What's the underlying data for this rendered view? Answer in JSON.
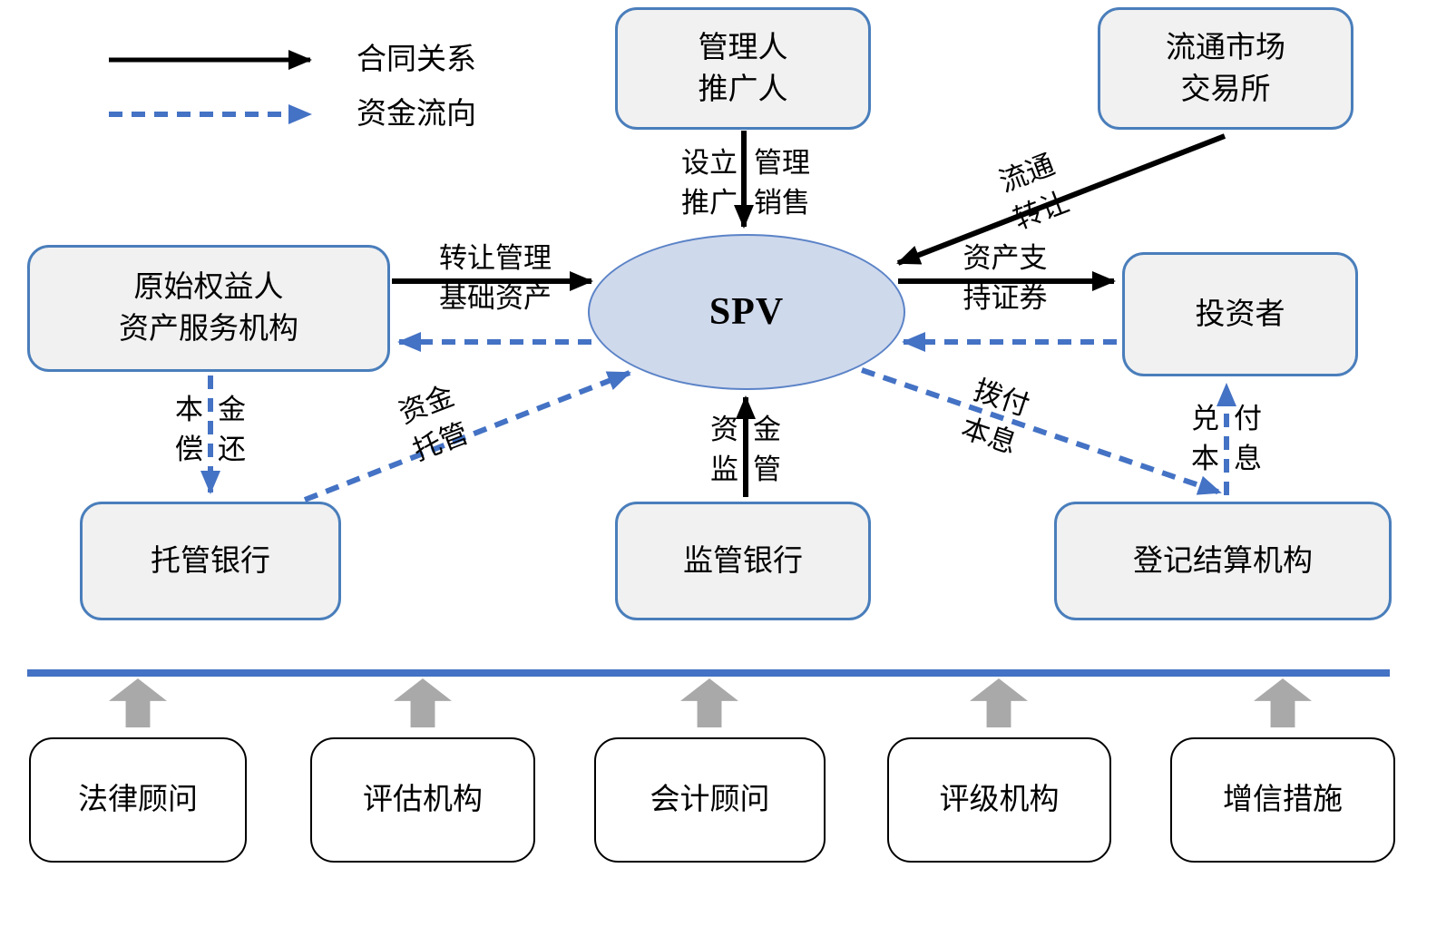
{
  "legend": {
    "contract_label": "合同关系",
    "fund_flow_label": "资金流向"
  },
  "colors": {
    "arrow_black": "#000000",
    "arrow_blue_dashed": "#4472c4",
    "node_border_blue": "#4a7ebb",
    "node_fill_gray": "#f1f1f1",
    "spv_fill": "#cfd9ec",
    "spv_border": "#5b83c7",
    "divider_blue": "#4472c4",
    "block_arrow_gray": "#a9a9a9"
  },
  "nodes": {
    "manager": {
      "line1": "管理人",
      "line2": "推广人"
    },
    "exchange": {
      "line1": "流通市场",
      "line2": "交易所"
    },
    "originator": {
      "line1": "原始权益人",
      "line2": "资产服务机构"
    },
    "investor": {
      "label": "投资者"
    },
    "spv": {
      "label": "SPV"
    },
    "custodian_bank": {
      "label": "托管银行"
    },
    "supervision_bank": {
      "label": "监管银行"
    },
    "registry": {
      "label": "登记结算机构"
    }
  },
  "edges": {
    "establish": {
      "row1_left": "设立",
      "row1_right": "管理",
      "row2_left": "推广",
      "row2_right": "销售"
    },
    "circulation": {
      "line1": "流通",
      "line2": "转让"
    },
    "transfer": {
      "line1": "转让管理",
      "line2": "基础资产"
    },
    "abs": {
      "line1": "资产支",
      "line2": "持证券"
    },
    "principal_repayment": {
      "row1_left": "本",
      "row1_right": "金",
      "row2_left": "偿",
      "row2_right": "还"
    },
    "fund_custody": {
      "line1": "资金",
      "line2": "托管"
    },
    "fund_supervision": {
      "row1_left": "资",
      "row1_right": "金",
      "row2_left": "监",
      "row2_right": "管"
    },
    "disburse": {
      "line1": "拨付",
      "line2": "本息"
    },
    "redemption": {
      "row1_left": "兑",
      "row1_right": "付",
      "row2_left": "本",
      "row2_right": "息"
    }
  },
  "intermediaries": [
    "法律顾问",
    "评估机构",
    "会计顾问",
    "评级机构",
    "增信措施"
  ]
}
